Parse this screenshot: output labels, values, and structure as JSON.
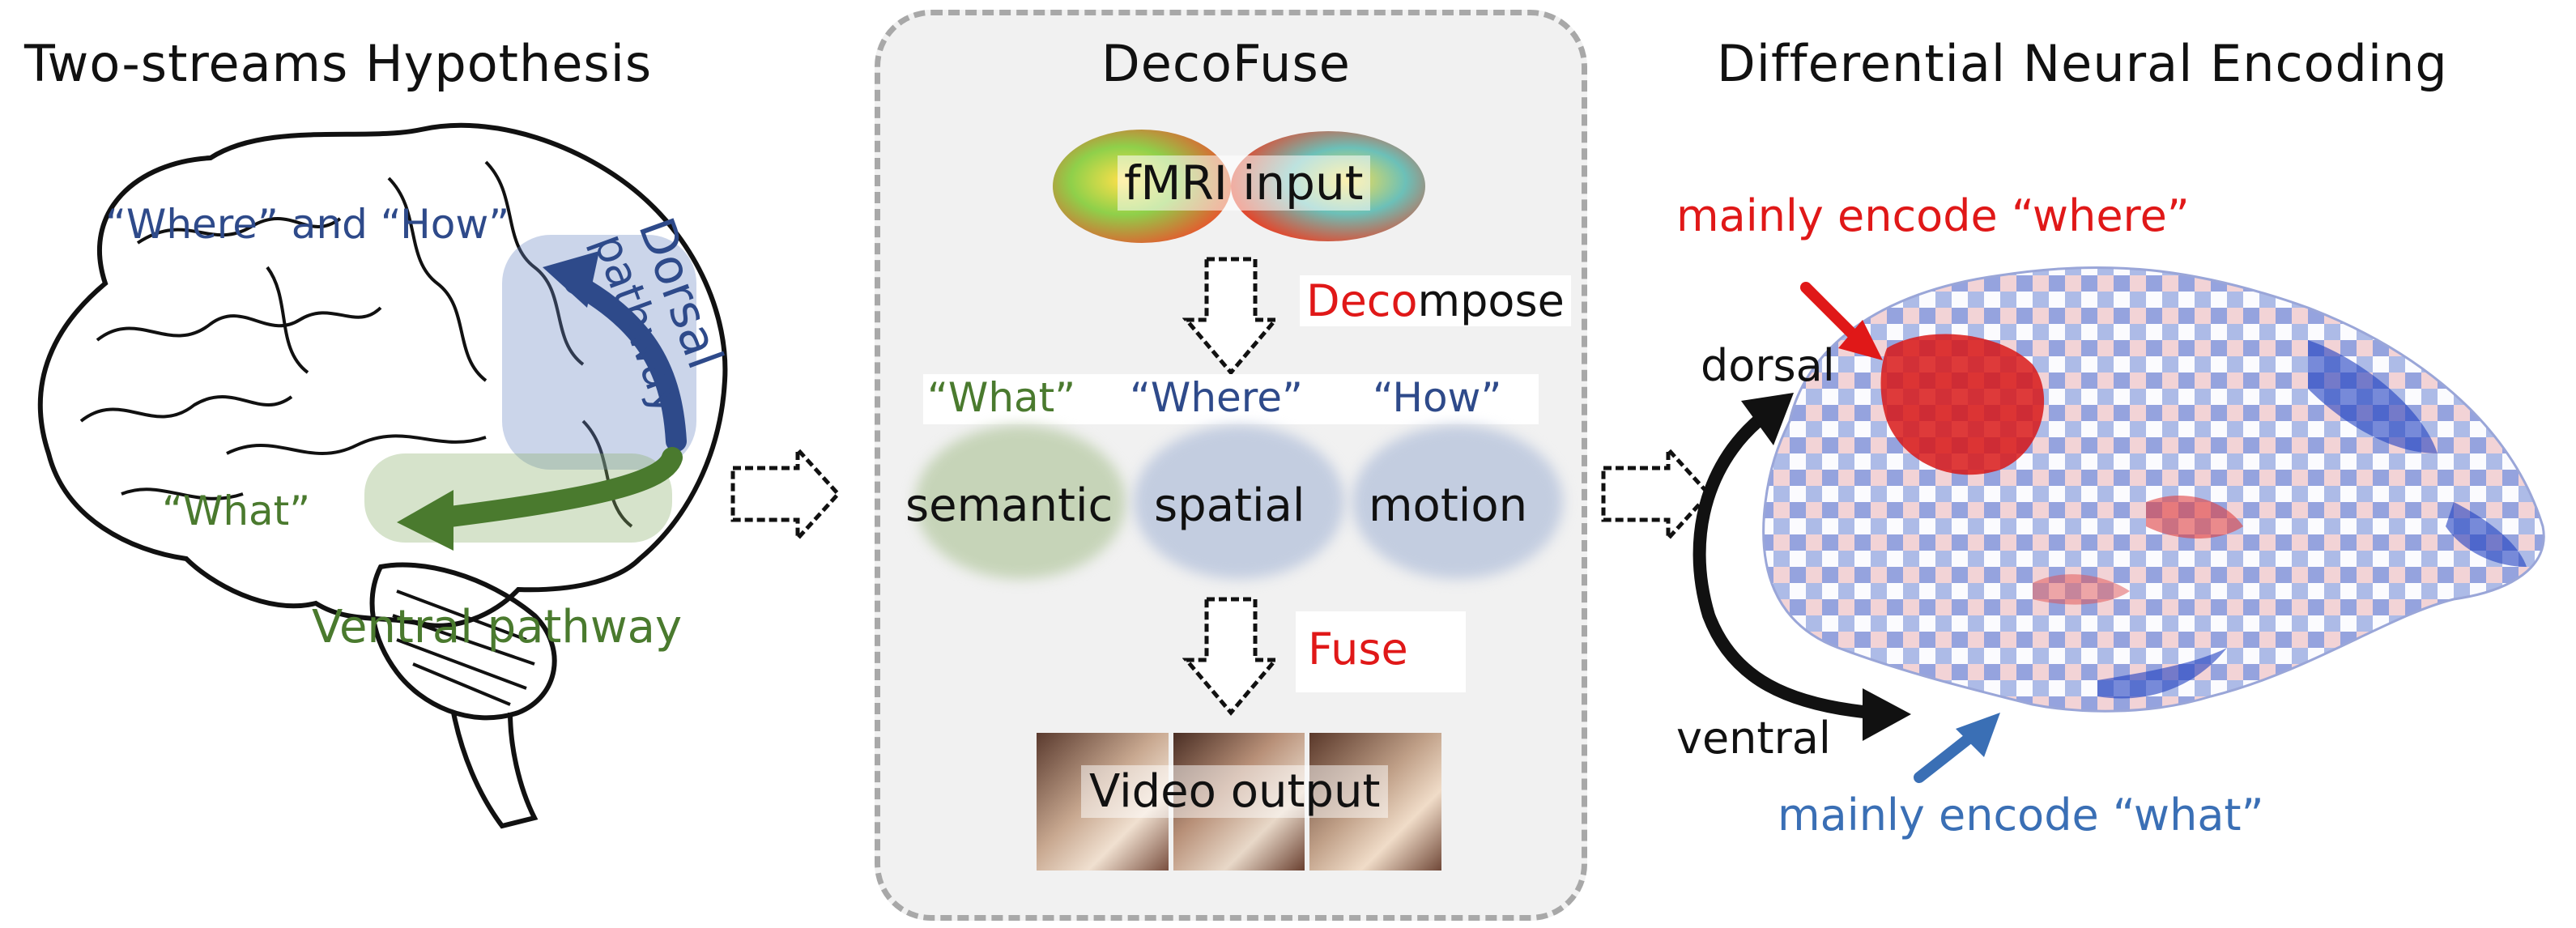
{
  "panels": {
    "left_title": "Two-streams Hypothesis",
    "middle_title": "DecoFuse",
    "right_title": "Differential Neural Encoding"
  },
  "left": {
    "where_how": "“Where” and “How”",
    "dorsal_line1": "Dorsal",
    "dorsal_line2": "pathway",
    "what": "“What”",
    "ventral_pathway": "Ventral pathway"
  },
  "middle": {
    "fmri_input": "fMRI input",
    "decompose_prefix": "Deco",
    "decompose_suffix": "mpose",
    "q_what": "“What”",
    "q_where": "“Where”",
    "q_how": "“How”",
    "semantic": "semantic",
    "spatial": "spatial",
    "motion": "motion",
    "fuse": "Fuse",
    "video_output": "Video output"
  },
  "right": {
    "mainly_where": "mainly encode “where”",
    "dorsal": "dorsal",
    "ventral": "ventral",
    "mainly_what": "mainly encode “what”"
  },
  "colors": {
    "dorsal_blue": "#2e4a8a",
    "ventral_green": "#4a7a2e",
    "highlight_red": "#e01818",
    "what_blue": "#3a6fb5",
    "panel_bg": "#f1f1f1"
  }
}
